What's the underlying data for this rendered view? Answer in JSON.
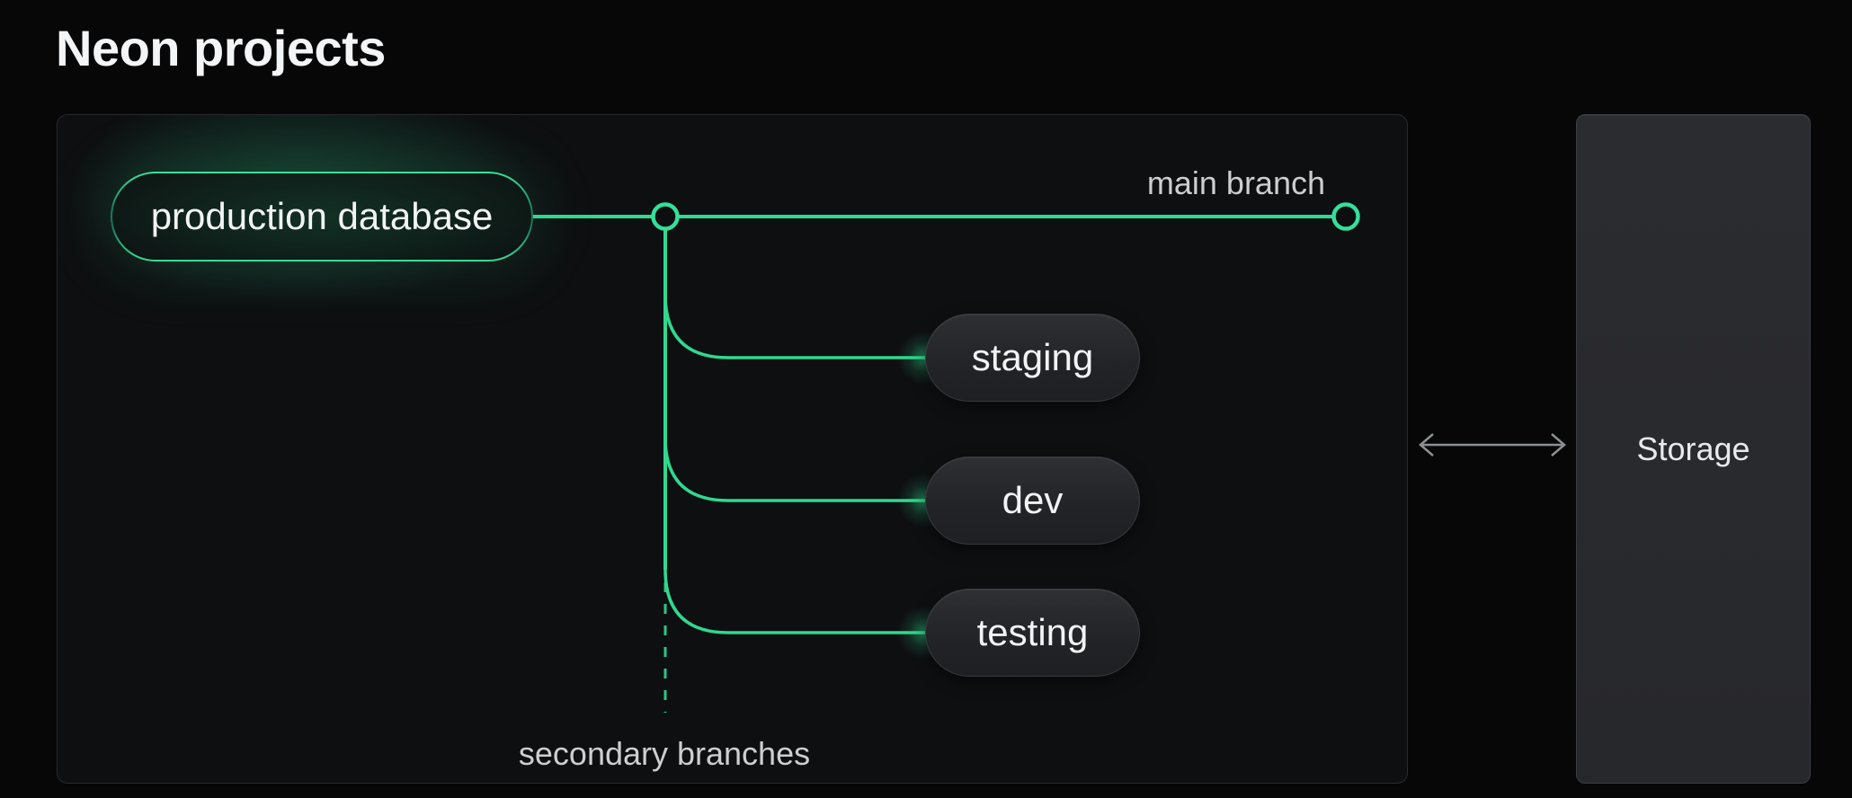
{
  "page": {
    "title": "Neon projects"
  },
  "diagram": {
    "production": {
      "label": "production database"
    },
    "main_branch": {
      "label": "main branch"
    },
    "secondary": {
      "label": "secondary branches"
    },
    "branches": [
      {
        "label": "staging"
      },
      {
        "label": "dev"
      },
      {
        "label": "testing"
      }
    ],
    "storage": {
      "label": "Storage"
    },
    "connector_icon": "double-arrow-icon"
  },
  "colors": {
    "background": "#070708",
    "panel_background": "#0e0f11",
    "panel_border": "#292a2e",
    "accent_green": "#2fd98f",
    "branch_pill_background": "#242528",
    "storage_background": "#28292c",
    "label_gray": "#cdced1",
    "arrow_gray": "#8e8f93"
  }
}
